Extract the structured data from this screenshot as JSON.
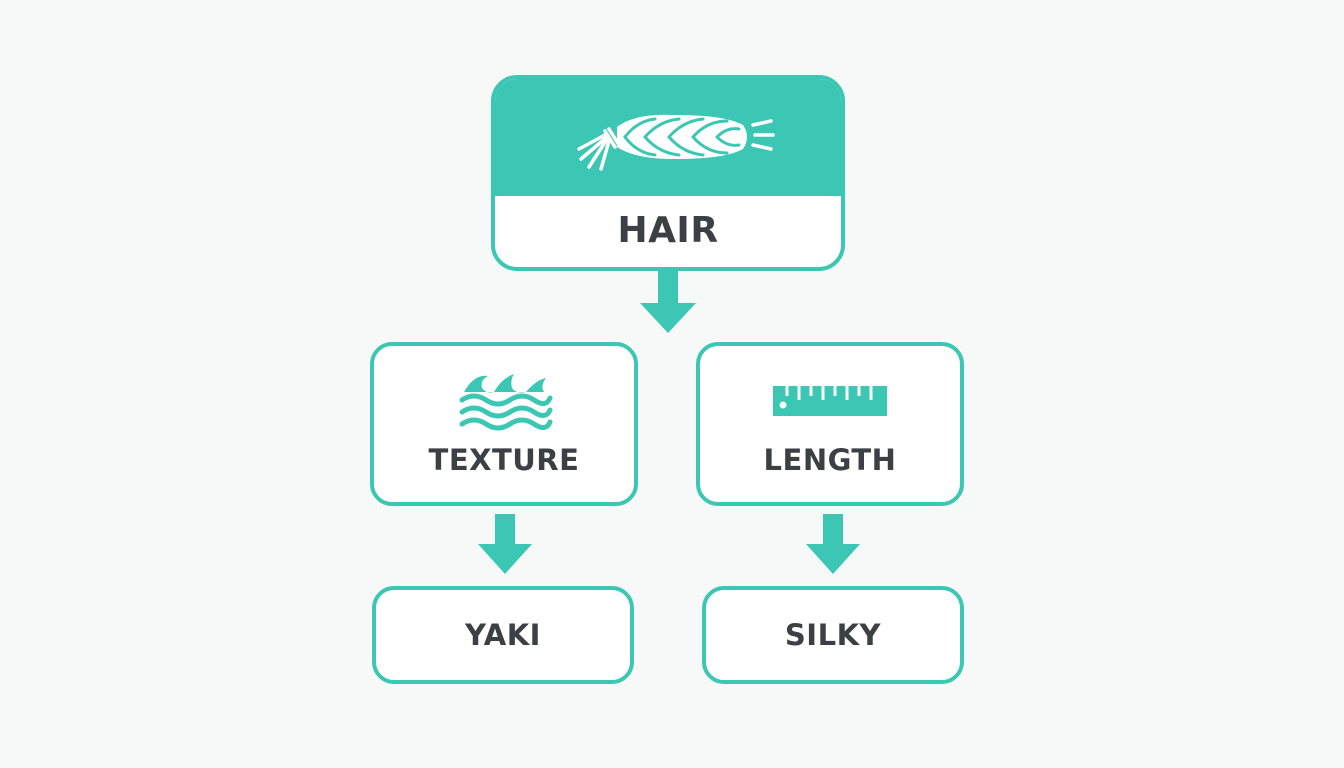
{
  "diagram": {
    "root": {
      "label": "HAIR",
      "icon": "braid-icon"
    },
    "branches": [
      {
        "label": "TEXTURE",
        "icon": "waves-icon",
        "child": {
          "label": "YAKI"
        }
      },
      {
        "label": "LENGTH",
        "icon": "ruler-icon",
        "child": {
          "label": "SILKY"
        }
      }
    ],
    "colors": {
      "accent": "#3cc7b5",
      "text": "#3c3f44",
      "background": "#f7f8f8",
      "node_fill": "#ffffff"
    }
  }
}
